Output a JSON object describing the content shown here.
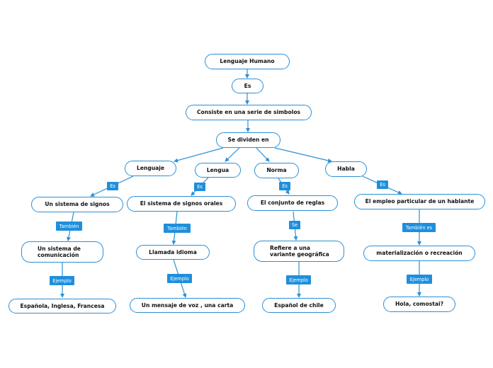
{
  "colors": {
    "stroke": "#2b8fd6",
    "tag_bg": "#1e8fdc",
    "tag_text": "#ffffff",
    "node_text": "#111111"
  },
  "nodes": {
    "lenguaje_humano": "Lenguaje Humano",
    "es": "Es",
    "consiste": "Consiste en una serie de simbolos",
    "se_dividen": "Se dividen en",
    "lenguaje": "Lenguaje",
    "lengua": "Lengua",
    "norma": "Norma",
    "habla": "Habla",
    "sistema_signos": "Un sistema de signos",
    "signos_orales": "El sistema de signos orales",
    "conjunto_reglas": "El conjunto de reglas",
    "empleo_particular": "El empleo particular de un hablante",
    "sistema_comunicacion": "Un sistema de\ncomunicación",
    "llamada_idioma": "Llamada idioma",
    "variante_geografica": "Refiere a una\nvariante geográfica",
    "materializacion": "materialización o recreación",
    "idiomas": "Española, Inglesa, Francesa",
    "mensaje": "Un mensaje de voz , una carta",
    "espanol_chile": "Español de chile",
    "hola": "Hola, comostai?"
  },
  "tags": {
    "es_lenguaje": "Es",
    "es_lengua": "Es",
    "es_norma": "Es",
    "es_habla": "Es",
    "tambien_1": "También",
    "tambien_2": "También",
    "se": "Se",
    "tambien_es": "También es",
    "ejemplo_1": "Ejemplo",
    "ejemplo_2": "Ejemplo",
    "ejemplo_3": "Ejemplo",
    "ejemplo_4": "Ejemplo"
  }
}
